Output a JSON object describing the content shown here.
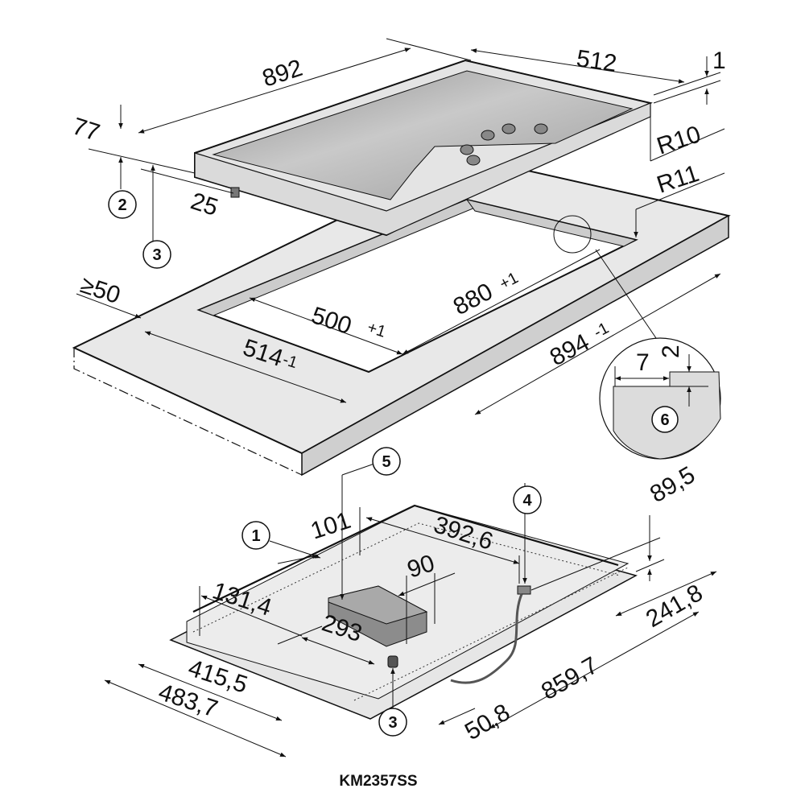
{
  "title": "KM2357SS",
  "units": "mm",
  "top_view": {
    "dimensions": {
      "width": "892",
      "depth": "512",
      "height_total": "77",
      "height_under_counter": "25",
      "lip": "1",
      "radius_hob": "R10",
      "radius_cutout": "R11",
      "min_edge_distance": "≥50",
      "cutout_depth": "500",
      "cutout_depth_tol": "+1",
      "cutout_width": "880",
      "cutout_width_tol": "+1",
      "outer_depth": "514",
      "outer_depth_tol": "-1",
      "outer_width": "894",
      "outer_width_tol": "-1"
    },
    "detail": {
      "step_width": "7",
      "step_height": "2",
      "callout": "6"
    },
    "callouts": [
      "2",
      "3"
    ]
  },
  "bottom_view": {
    "dimensions": {
      "d101": "101",
      "d392_6": "392,6",
      "d90": "90",
      "d131_4": "131,4",
      "d293": "293",
      "d89_5": "89,5",
      "d241_8": "241,8",
      "d415_5": "415,5",
      "d483_7": "483,7",
      "d50_8": "50,8",
      "d859_7": "859,7"
    },
    "callouts": [
      "1",
      "5",
      "4",
      "3"
    ]
  },
  "colors": {
    "line": "#111111",
    "panel_light": "#e6e6e6",
    "panel_mid": "#cfcfcf",
    "glass_dark": "#9a9a9a",
    "box_dark": "#8c8c8c"
  }
}
